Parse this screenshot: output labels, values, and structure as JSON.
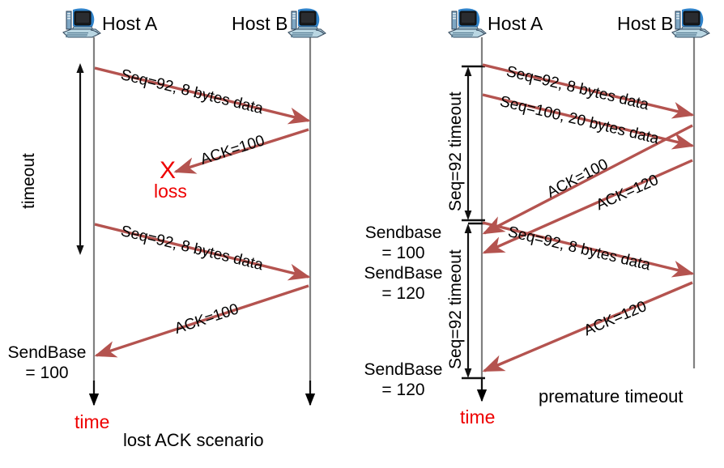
{
  "figure": {
    "left_panel": {
      "caption": "lost ACK scenario",
      "hosts": [
        {
          "id": "host-a",
          "label": "Host A",
          "icon": "computer-icon"
        },
        {
          "id": "host-b",
          "label": "Host B",
          "icon": "computer-icon"
        }
      ],
      "time_axis_label": "time",
      "timeout_label": "timeout",
      "loss_marker": {
        "glyph": "X",
        "label": "loss"
      },
      "messages": [
        {
          "id": "msg-l1",
          "text": "Seq=92, 8 bytes data",
          "direction": "a-to-b"
        },
        {
          "id": "msg-l2",
          "text": "ACK=100",
          "direction": "b-to-a",
          "lost": true
        },
        {
          "id": "msg-l3",
          "text": "Seq=92, 8 bytes data",
          "direction": "a-to-b"
        },
        {
          "id": "msg-l4",
          "text": "ACK=100",
          "direction": "b-to-a"
        }
      ],
      "state_notes": [
        {
          "id": "note-l1",
          "line1": "SendBase",
          "line2": "= 100"
        }
      ]
    },
    "right_panel": {
      "caption": "premature timeout",
      "hosts": [
        {
          "id": "host-a",
          "label": "Host A",
          "icon": "computer-icon"
        },
        {
          "id": "host-b",
          "label": "Host B",
          "icon": "computer-icon"
        }
      ],
      "time_axis_label": "time",
      "timeout_labels": [
        "Seq=92 timeout",
        "Seq=92 timeout"
      ],
      "messages": [
        {
          "id": "msg-r1",
          "text": "Seq=92, 8 bytes data",
          "direction": "a-to-b"
        },
        {
          "id": "msg-r2",
          "text": "Seq=100, 20 bytes data",
          "direction": "a-to-b"
        },
        {
          "id": "msg-r3",
          "text": "ACK=100",
          "direction": "b-to-a"
        },
        {
          "id": "msg-r4",
          "text": "ACK=120",
          "direction": "b-to-a"
        },
        {
          "id": "msg-r5",
          "text": "Seq=92, 8 bytes data",
          "direction": "a-to-b"
        },
        {
          "id": "msg-r6",
          "text": "ACK=120",
          "direction": "b-to-a"
        }
      ],
      "state_notes": [
        {
          "id": "note-r1",
          "line1": "Sendbase",
          "line2": "= 100",
          "line3": "SendBase",
          "line4": "= 120"
        },
        {
          "id": "note-r2",
          "line1": "SendBase",
          "line2": "= 120"
        }
      ]
    },
    "colors": {
      "arrow": "#b4534f",
      "timeline": "#808080",
      "accent_red": "#ee0000",
      "text": "#000000",
      "background": "#ffffff"
    }
  }
}
